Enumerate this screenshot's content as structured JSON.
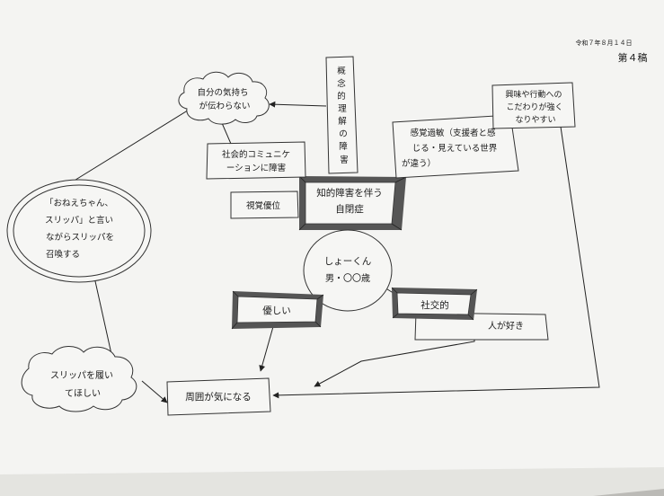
{
  "header": {
    "date": "令和７年８月１４日",
    "sheet": "第４稿"
  },
  "center": {
    "line1": "しょーくん",
    "line2": "男・〇〇歳"
  },
  "nodes": {
    "autism": [
      "知的障害を伴う",
      "自閉症"
    ],
    "concept": [
      "概",
      "念",
      "的",
      "理",
      "解",
      "の",
      "障",
      "害"
    ],
    "social_comm": [
      "社会的コミュニケ",
      "ーションに障害"
    ],
    "visual": "視覚優位",
    "sensory": [
      "感覚過敏（支援者と感",
      "じる・見えている世界",
      "が違う）"
    ],
    "interest": [
      "興味や行動への",
      "こだわりが強く",
      "なりやすい"
    ],
    "feelings": [
      "自分の気持ち",
      "が伝わらない"
    ],
    "onee": [
      "「おねえちゃん、",
      "スリッパ」と言い",
      "ながらスリッパを",
      "召喚する"
    ],
    "kind": "優しい",
    "sociable": "社交的",
    "likes_people": "人が好き",
    "surroundings": "周囲が気になる",
    "slippers": [
      "スリッパを履い",
      "てほしい"
    ]
  }
}
